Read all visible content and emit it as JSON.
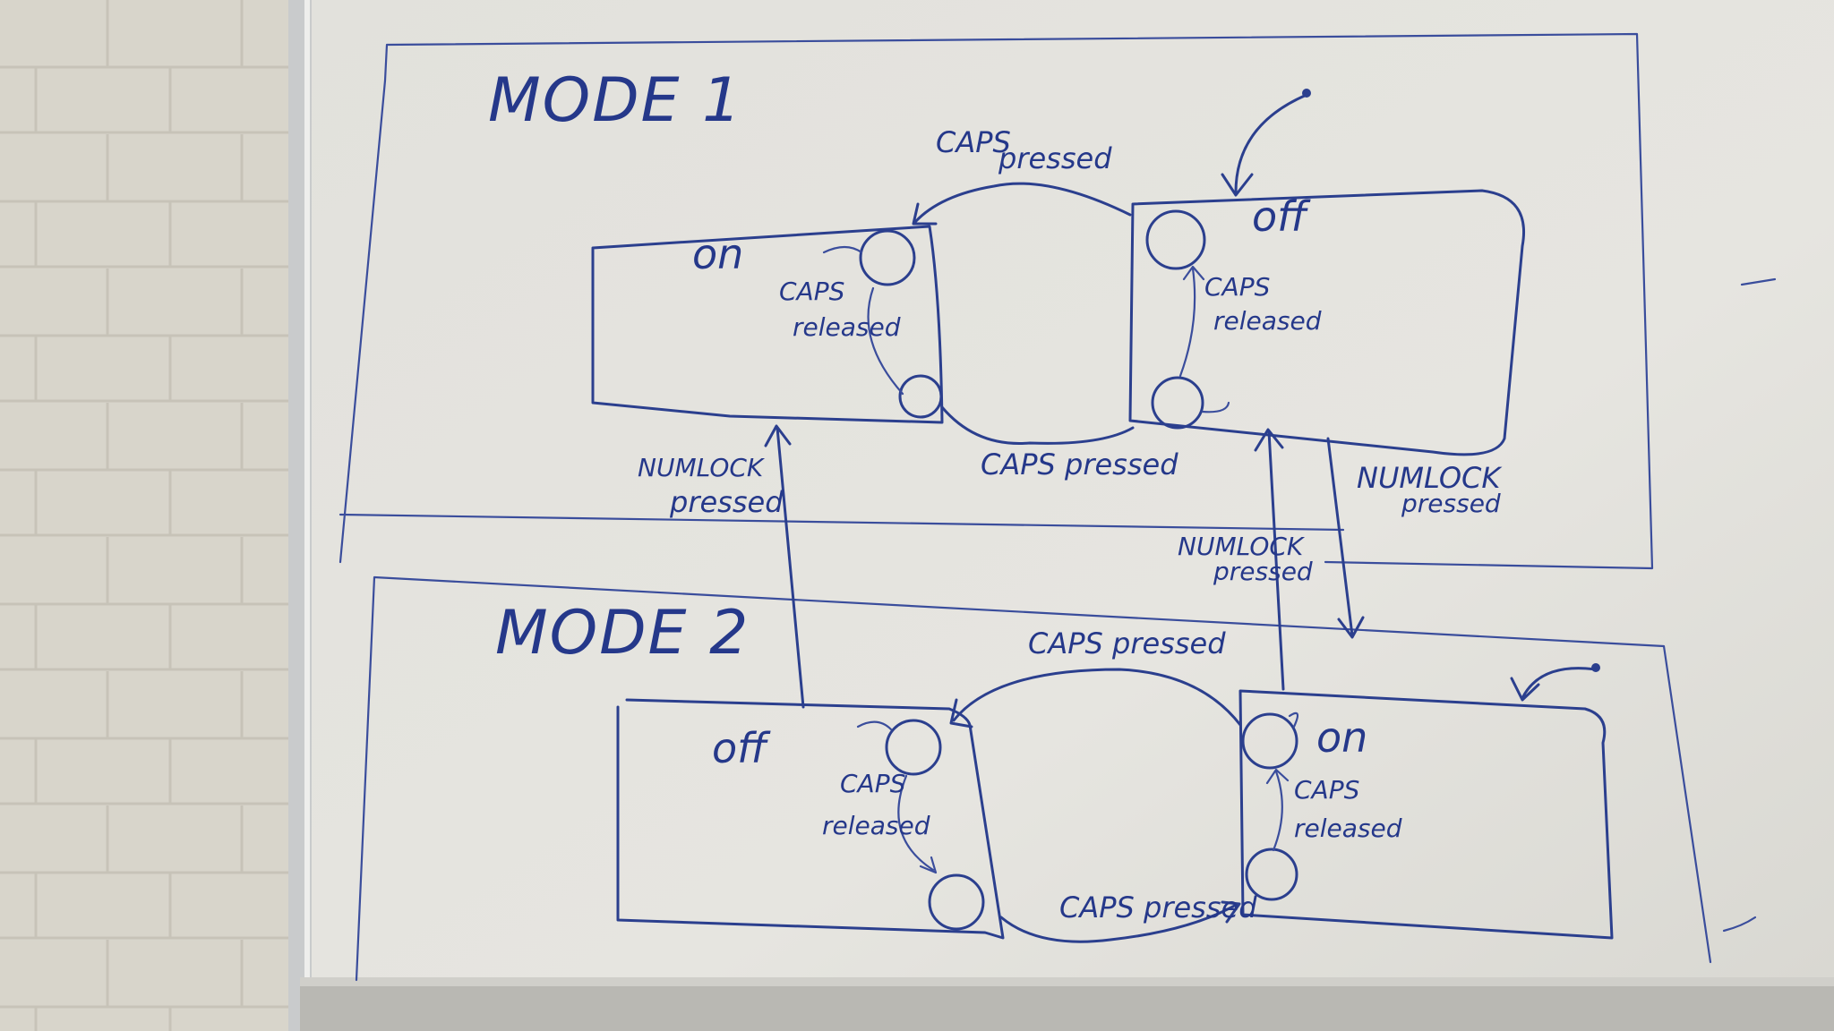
{
  "diagram": {
    "mode1": {
      "title": "MODE 1",
      "state_on": "on",
      "state_off": "off",
      "caps_pressed_top_1": "CAPS",
      "caps_pressed_top_2": "pressed",
      "caps_pressed_bottom": "CAPS pressed",
      "caps_released_on_1": "CAPS",
      "caps_released_on_2": "released",
      "caps_released_off_1": "CAPS",
      "caps_released_off_2": "released"
    },
    "mode2": {
      "title": "MODE 2",
      "state_off": "off",
      "state_on": "on",
      "caps_pressed_top": "CAPS pressed",
      "caps_pressed_bottom": "CAPS pressed",
      "caps_released_off_1": "CAPS",
      "caps_released_off_2": "released",
      "caps_released_on_1": "CAPS",
      "caps_released_on_2": "released"
    },
    "transitions": {
      "numlock_up_left_1": "NUMLOCK",
      "numlock_up_left_2": "pressed",
      "numlock_down_right_1": "NUMLOCK",
      "numlock_down_right_2": "pressed",
      "numlock_up_right_1": "NUMLOCK",
      "numlock_up_right_2": "pressed"
    },
    "colors": {
      "ink": "#2b3f8e",
      "whiteboard": "#e4e3dd",
      "wall": "#d9d6cc"
    }
  }
}
